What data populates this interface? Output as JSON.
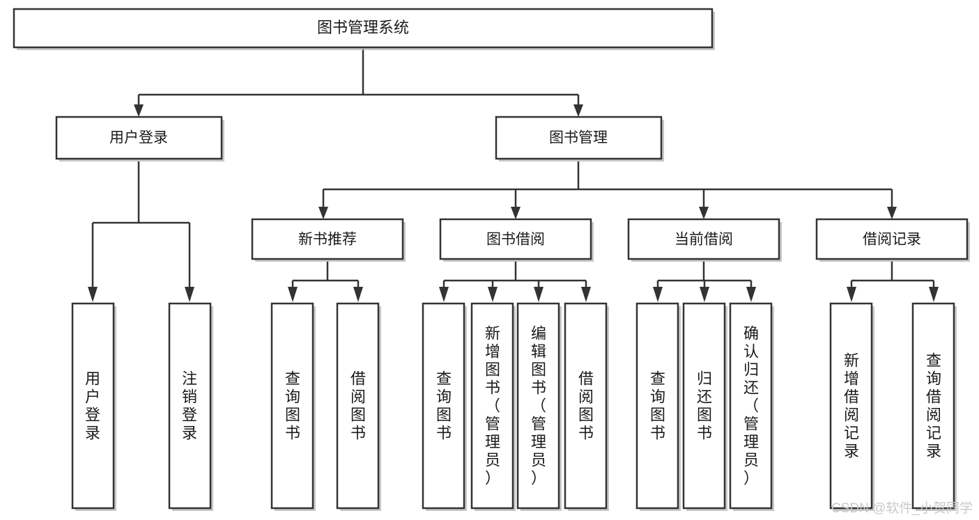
{
  "diagram": {
    "title_text": "图书管理系统",
    "type": "tree-hierarchy-functional-decomposition",
    "root": {
      "id": "root",
      "label": "图书管理系统",
      "orientation": "horizontal"
    },
    "level2": [
      {
        "id": "user-login",
        "label": "用户登录",
        "orientation": "horizontal"
      },
      {
        "id": "book-manage",
        "label": "图书管理",
        "orientation": "horizontal"
      }
    ],
    "level3": [
      {
        "id": "new-book-recommend",
        "label": "新书推荐",
        "orientation": "horizontal",
        "parent": "book-manage"
      },
      {
        "id": "book-borrow",
        "label": "图书借阅",
        "orientation": "horizontal",
        "parent": "book-manage"
      },
      {
        "id": "current-borrow",
        "label": "当前借阅",
        "orientation": "horizontal",
        "parent": "book-manage"
      },
      {
        "id": "borrow-record",
        "label": "借阅记录",
        "orientation": "horizontal",
        "parent": "book-manage"
      }
    ],
    "leaves": [
      {
        "id": "leaf-user-login",
        "label": "用户登录",
        "parent": "user-login",
        "orientation": "vertical"
      },
      {
        "id": "leaf-user-logout",
        "label": "注销登录",
        "parent": "user-login",
        "orientation": "vertical"
      },
      {
        "id": "leaf-query-book-1",
        "label": "查询图书",
        "parent": "new-book-recommend",
        "orientation": "vertical"
      },
      {
        "id": "leaf-borrow-book-1",
        "label": "借阅图书",
        "parent": "new-book-recommend",
        "orientation": "vertical"
      },
      {
        "id": "leaf-query-book-2",
        "label": "查询图书",
        "parent": "book-borrow",
        "orientation": "vertical"
      },
      {
        "id": "leaf-add-book",
        "label": "新增图书（管理员）",
        "parent": "book-borrow",
        "orientation": "vertical"
      },
      {
        "id": "leaf-edit-book",
        "label": "编辑图书（管理员）",
        "parent": "book-borrow",
        "orientation": "vertical"
      },
      {
        "id": "leaf-borrow-book-2",
        "label": "借阅图书",
        "parent": "book-borrow",
        "orientation": "vertical"
      },
      {
        "id": "leaf-query-book-3",
        "label": "查询图书",
        "parent": "current-borrow",
        "orientation": "vertical"
      },
      {
        "id": "leaf-return-book",
        "label": "归还图书",
        "parent": "current-borrow",
        "orientation": "vertical"
      },
      {
        "id": "leaf-confirm-return",
        "label": "确认归还（管理员）",
        "parent": "current-borrow",
        "orientation": "vertical"
      },
      {
        "id": "leaf-add-record",
        "label": "新增借阅记录",
        "parent": "borrow-record",
        "orientation": "vertical"
      },
      {
        "id": "leaf-query-record",
        "label": "查询借阅记录",
        "parent": "borrow-record",
        "orientation": "vertical"
      }
    ],
    "watermark": "CSDN @软件_小贺同学",
    "colors": {
      "box_stroke": "#333333",
      "box_fill": "#ffffff",
      "shadow": "#bdbdbd",
      "text": "#1a1a1a",
      "watermark": "#c9c9c9",
      "background": "#ffffff"
    }
  }
}
